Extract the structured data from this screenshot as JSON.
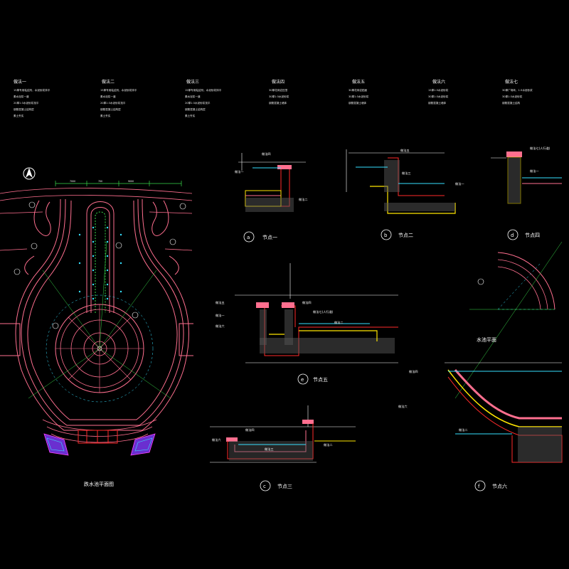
{
  "notes": [
    {
      "header": "做法一",
      "lines": [
        "15厚专用粘结剂，水泥砂浆抹平",
        "素水泥浆一道",
        "20厚1:3水泥砂浆找平",
        "钢筋混凝土结构层",
        "素土夯实"
      ]
    },
    {
      "header": "做法二",
      "lines": [
        "15厚专用粘结剂，水泥砂浆抹平",
        "素水泥浆一道",
        "20厚1:3水泥砂浆找平",
        "钢筋混凝土结构层",
        "素土夯实"
      ]
    },
    {
      "header": "做法三",
      "lines": [
        "15厚专用粘结剂，水泥砂浆抹平",
        "素水泥浆一道",
        "20厚1:3水泥砂浆找平",
        "钢筋混凝土结构层",
        "素土夯实"
      ]
    },
    {
      "header": "做法四",
      "lines": [
        "30厚花岗岩压顶",
        "30厚1:3水泥砂浆",
        "钢筋混凝土墙体"
      ]
    },
    {
      "header": "做法五",
      "lines": [
        "30厚花岗岩贴面",
        "30厚1:3水泥砂浆",
        "钢筋混凝土墙体"
      ]
    },
    {
      "header": "做法六",
      "lines": [
        "15厚1:3水泥砂浆",
        "30厚1:3水泥砂浆",
        "钢筋混凝土墙体"
      ]
    },
    {
      "header": "做法七",
      "lines": [
        "30厚广场砖，1:3水泥砂浆",
        "30厚1:3水泥砂浆",
        "钢筋混凝土结构"
      ]
    }
  ],
  "captions": {
    "plan": "跌水池平面图",
    "node1": {
      "badge": "a",
      "text": "节点一"
    },
    "node2": {
      "badge": "b",
      "text": "节点二"
    },
    "node3": {
      "badge": "c",
      "text": "节点三"
    },
    "node4": {
      "badge": "d",
      "text": "节点四"
    },
    "node5": {
      "badge": "e",
      "text": "节点五"
    },
    "node6": {
      "badge": "f",
      "text": "节点六"
    },
    "water_plan": "水池平面"
  },
  "leaders": {
    "n1": [
      "做法四",
      "做法一",
      "做法二"
    ],
    "n2": [
      "做法五",
      "做法三",
      "做法一"
    ],
    "n4": [
      "做法七(人行道)",
      "做法一"
    ],
    "n5": [
      "做法四",
      "做法五",
      "做法一",
      "做法六",
      "做法七(人行道)",
      "做法二"
    ],
    "n3": [
      "做法四",
      "做法六",
      "做法三",
      "做法二"
    ],
    "n6": [
      "做法四",
      "做法六",
      "做法二"
    ]
  },
  "dims": {
    "plan_top": [
      "700",
      "7000",
      "9000"
    ]
  },
  "colors": {
    "pink": "#ff6f8f",
    "red": "#ff2a2a",
    "yellow": "#ffe600",
    "green": "#38d84a",
    "cyan": "#36e0ff",
    "blue": "#3d62ff",
    "magenta": "#ff40ff",
    "white": "#ffffff"
  }
}
